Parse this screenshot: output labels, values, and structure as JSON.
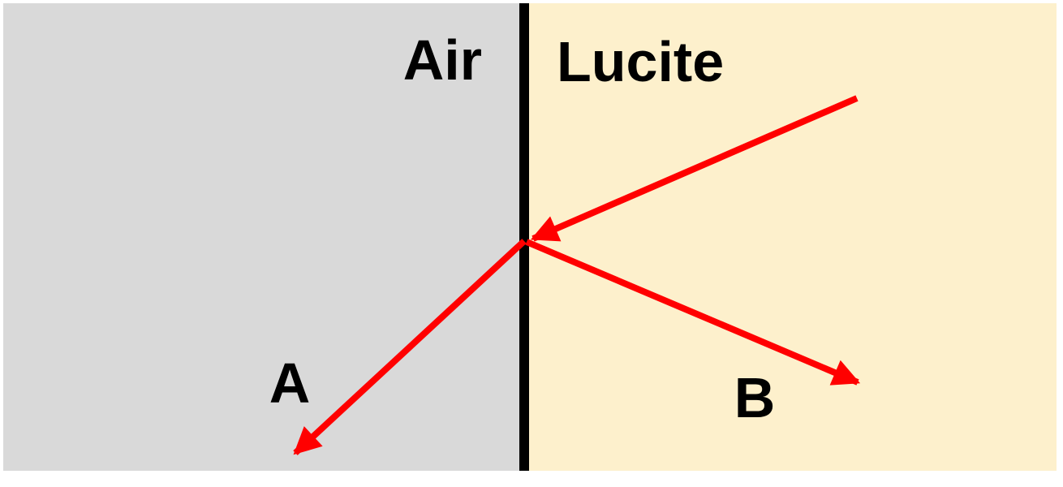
{
  "regions": {
    "air": {
      "label": "Air",
      "color": "#d9d9d9"
    },
    "lucite": {
      "label": "Lucite",
      "color": "#fdf0cc"
    }
  },
  "interface": {
    "color": "#000000"
  },
  "rays": {
    "color": "#ff0000",
    "refracted_label": "A",
    "reflected_label": "B"
  }
}
